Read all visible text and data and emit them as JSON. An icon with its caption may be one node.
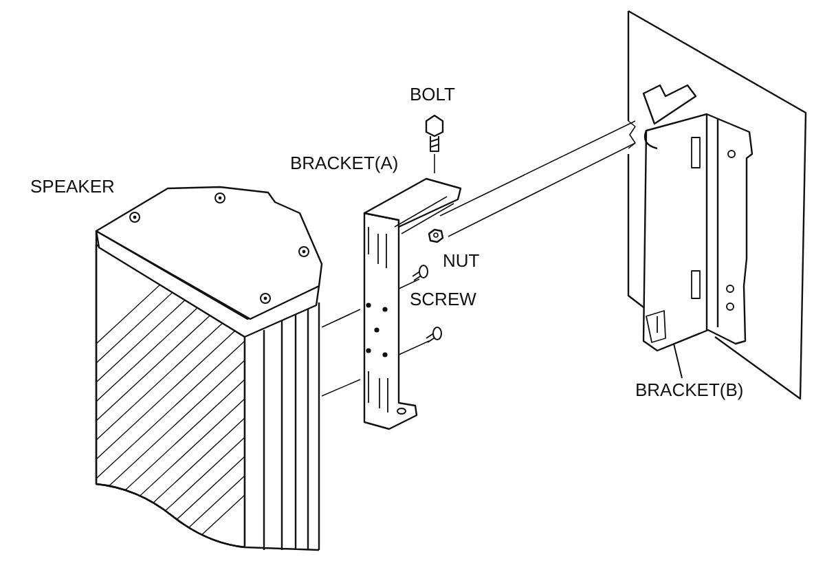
{
  "diagram": {
    "nodes": [
      {
        "text": [
          "BRACKET(B)"
        ]
      },
      {
        "text": [],
        "shape": "picture"
      }
    ],
    "edges": [
      {
        "from": 0,
        "to": 1,
        "arrow": "none"
      }
    ],
    "labels": [
      "BOLT",
      "BRACKET(A)",
      "SPEAKER",
      "NUT",
      "SCREW"
    ]
  }
}
